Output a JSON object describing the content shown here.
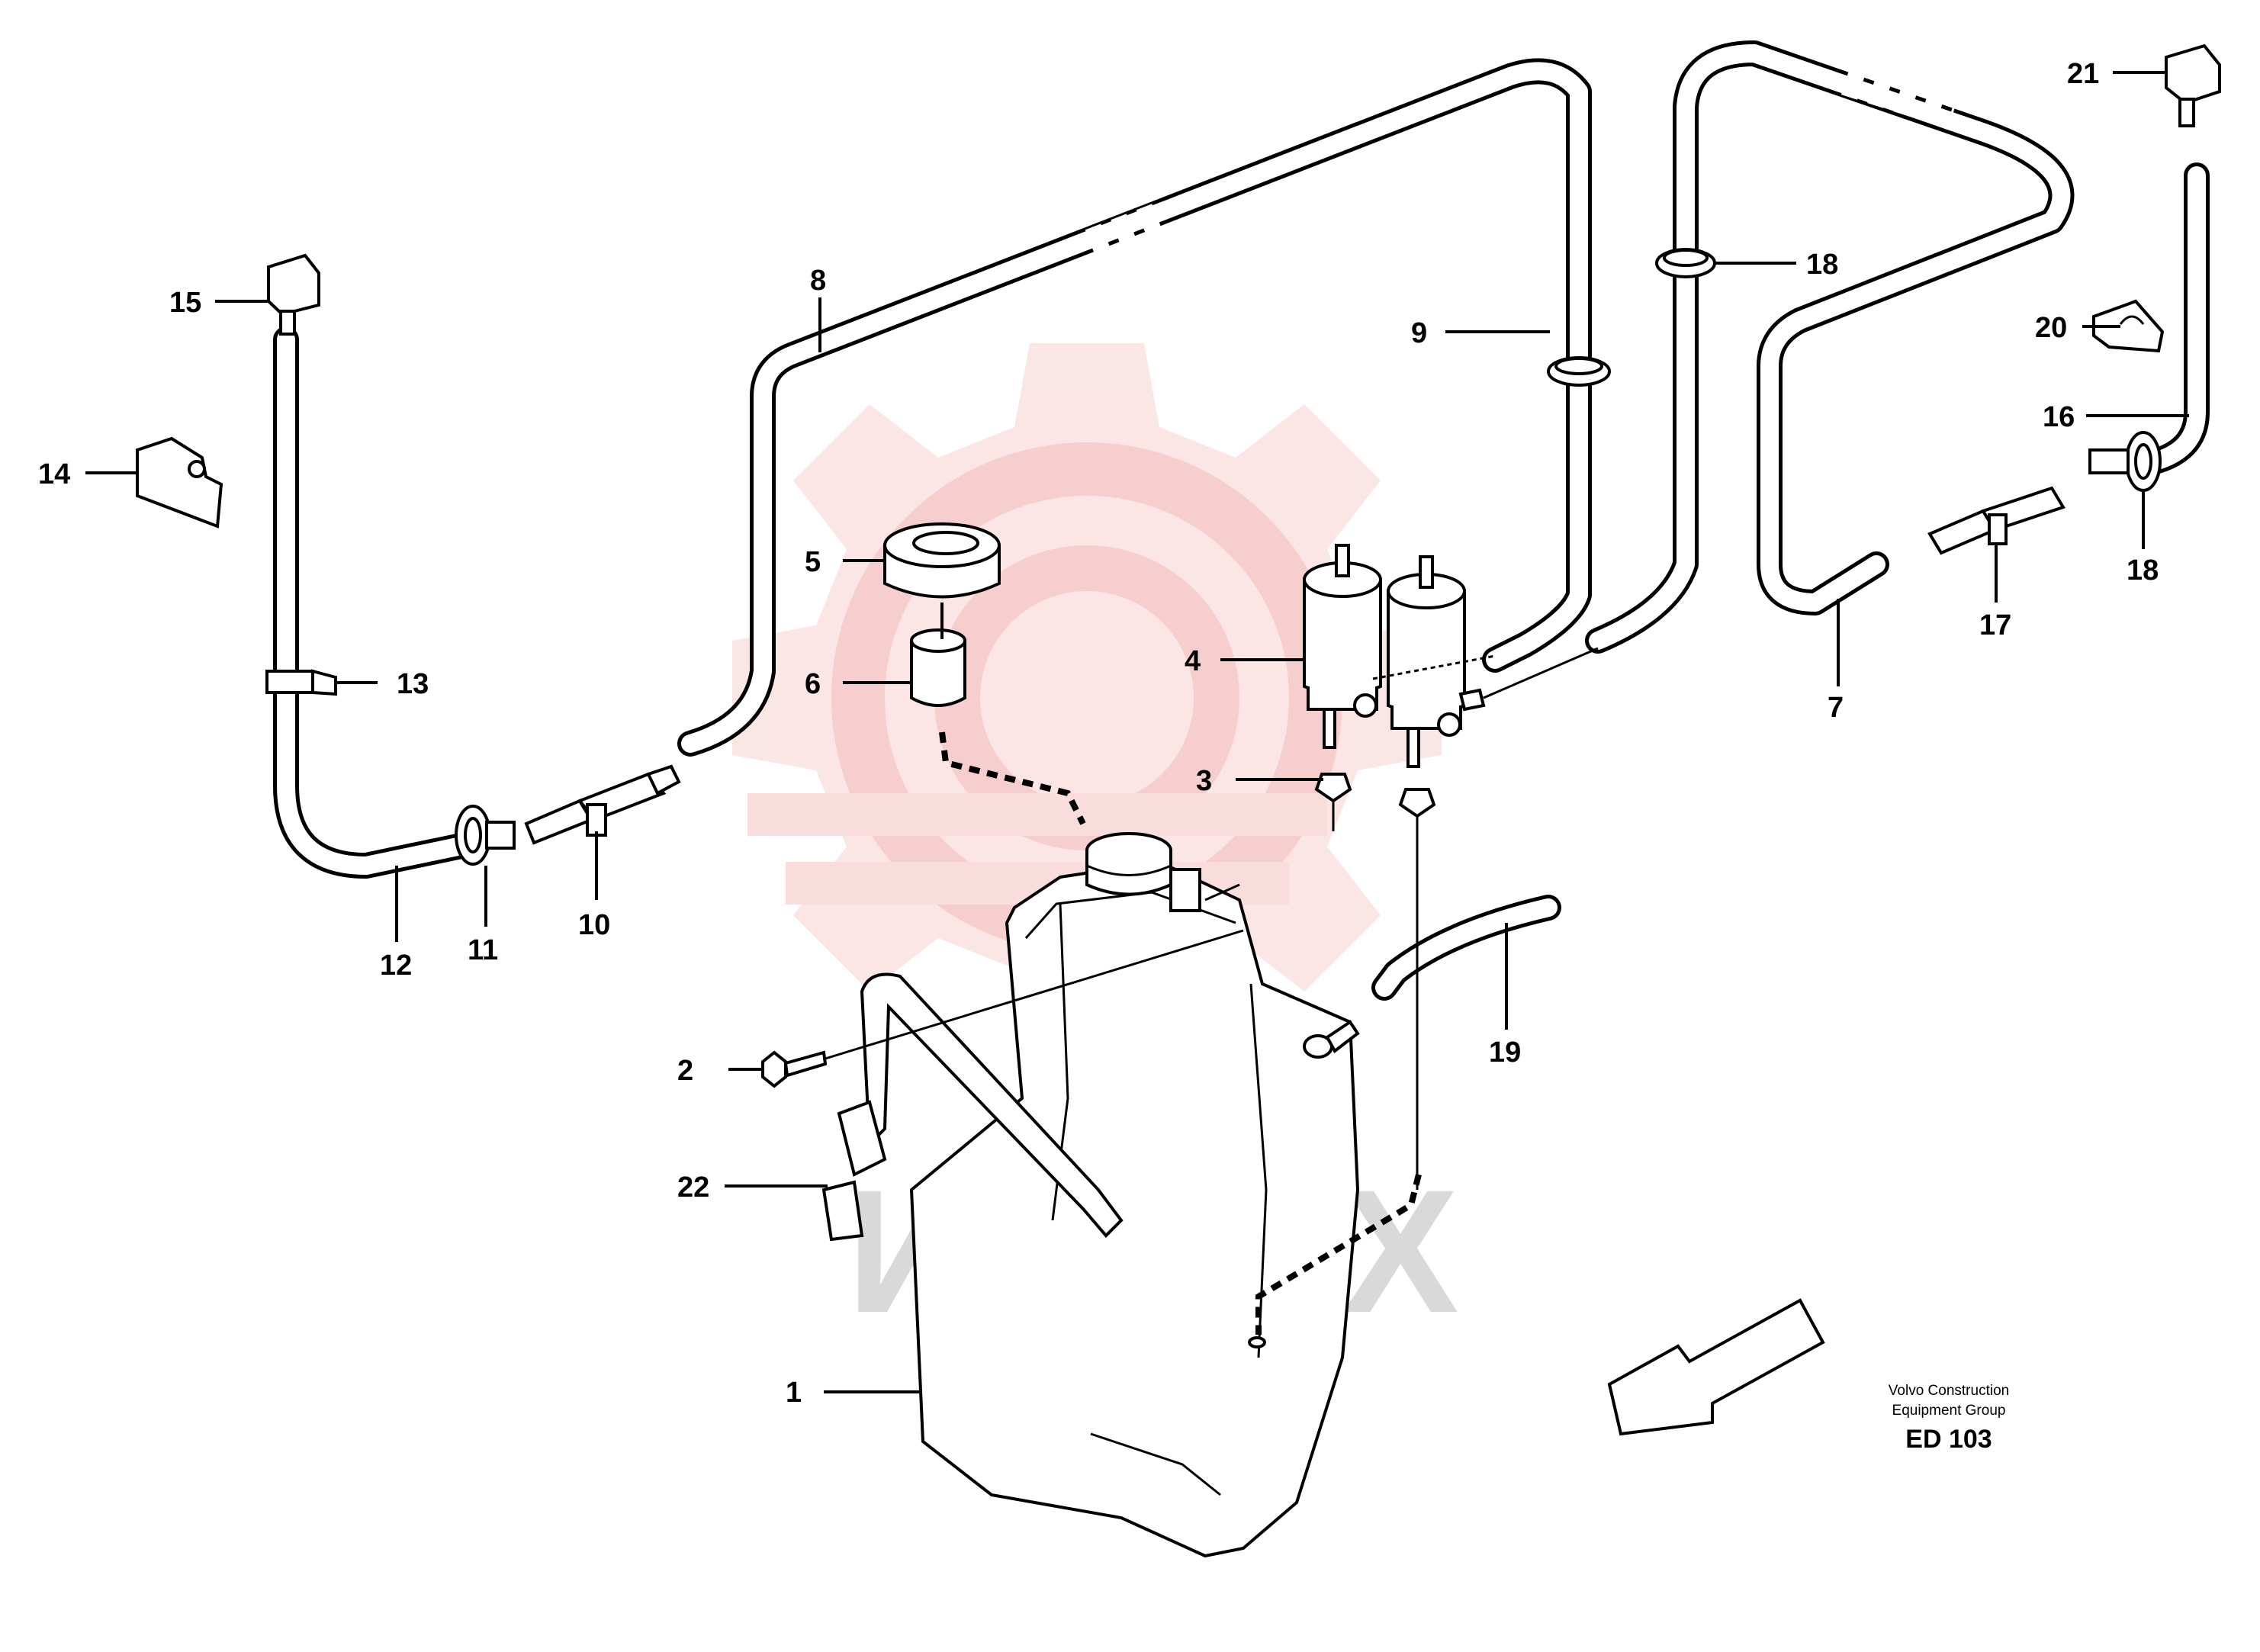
{
  "watermark": {
    "text": "ИНТЕХ",
    "gear_color": "#f7d0d0",
    "text_color": "#d9d9d9"
  },
  "callouts": [
    {
      "id": "c1",
      "text": "1"
    },
    {
      "id": "c2",
      "text": "2"
    },
    {
      "id": "c3",
      "text": "3"
    },
    {
      "id": "c4",
      "text": "4"
    },
    {
      "id": "c5",
      "text": "5"
    },
    {
      "id": "c6",
      "text": "6"
    },
    {
      "id": "c7",
      "text": "7"
    },
    {
      "id": "c8",
      "text": "8"
    },
    {
      "id": "c9",
      "text": "9"
    },
    {
      "id": "c10",
      "text": "10"
    },
    {
      "id": "c11",
      "text": "11"
    },
    {
      "id": "c12",
      "text": "12"
    },
    {
      "id": "c13",
      "text": "13"
    },
    {
      "id": "c14",
      "text": "14"
    },
    {
      "id": "c15",
      "text": "15"
    },
    {
      "id": "c16",
      "text": "16"
    },
    {
      "id": "c17",
      "text": "17"
    },
    {
      "id": "c18a",
      "text": "18"
    },
    {
      "id": "c18b",
      "text": "18"
    },
    {
      "id": "c19",
      "text": "19"
    },
    {
      "id": "c20",
      "text": "20"
    },
    {
      "id": "c21",
      "text": "21"
    },
    {
      "id": "c22",
      "text": "22"
    }
  ],
  "credit": {
    "line1": "Volvo Construction",
    "line2": "Equipment Group",
    "code": "ED 103"
  }
}
